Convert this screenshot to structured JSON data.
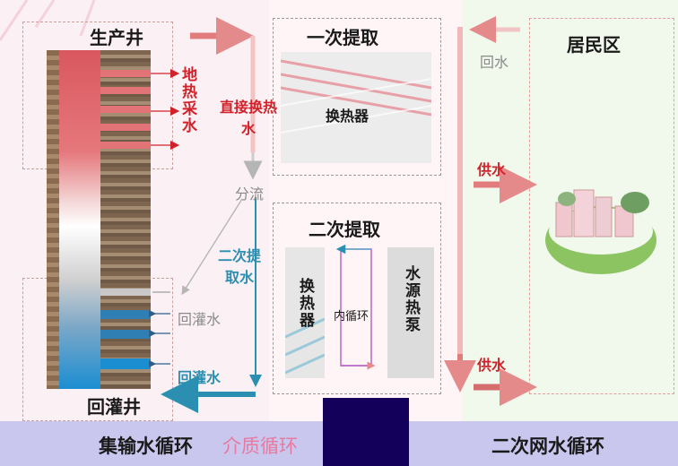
{
  "production_well": {
    "title": "生产井",
    "sample_label": "地热采水"
  },
  "direct_exchange": {
    "label": "直接换热水"
  },
  "split": {
    "label": "分流"
  },
  "secondary_extract_water": {
    "label": "二次提取水"
  },
  "reinjection": {
    "label_gray": "回灌水",
    "label_blue": "回灌水",
    "well_title": "回灌井"
  },
  "primary_extraction": {
    "title": "一次提取",
    "exchanger_label": "换热器"
  },
  "secondary_extraction": {
    "title": "二次提取",
    "exchanger_label": "换热器",
    "inner_loop_label": "内循环",
    "heat_pump_label": "水源热泵"
  },
  "residential": {
    "title": "居民区",
    "return_label": "回水",
    "supply_label_top": "供水",
    "supply_label_bottom": "供水"
  },
  "bottom_banner": {
    "label_left": "集输水循环",
    "label_mid": "介质循环",
    "label_right": "二次网水循环"
  },
  "colors": {
    "red": "#d0222a",
    "pink_arrow": "#e88c8c",
    "blue": "#2a8fb0",
    "gray": "#8a8a8a",
    "green_panel": "#eef7e9",
    "pink_panel": "#fbeef3",
    "banner": "#c9c7ee"
  }
}
